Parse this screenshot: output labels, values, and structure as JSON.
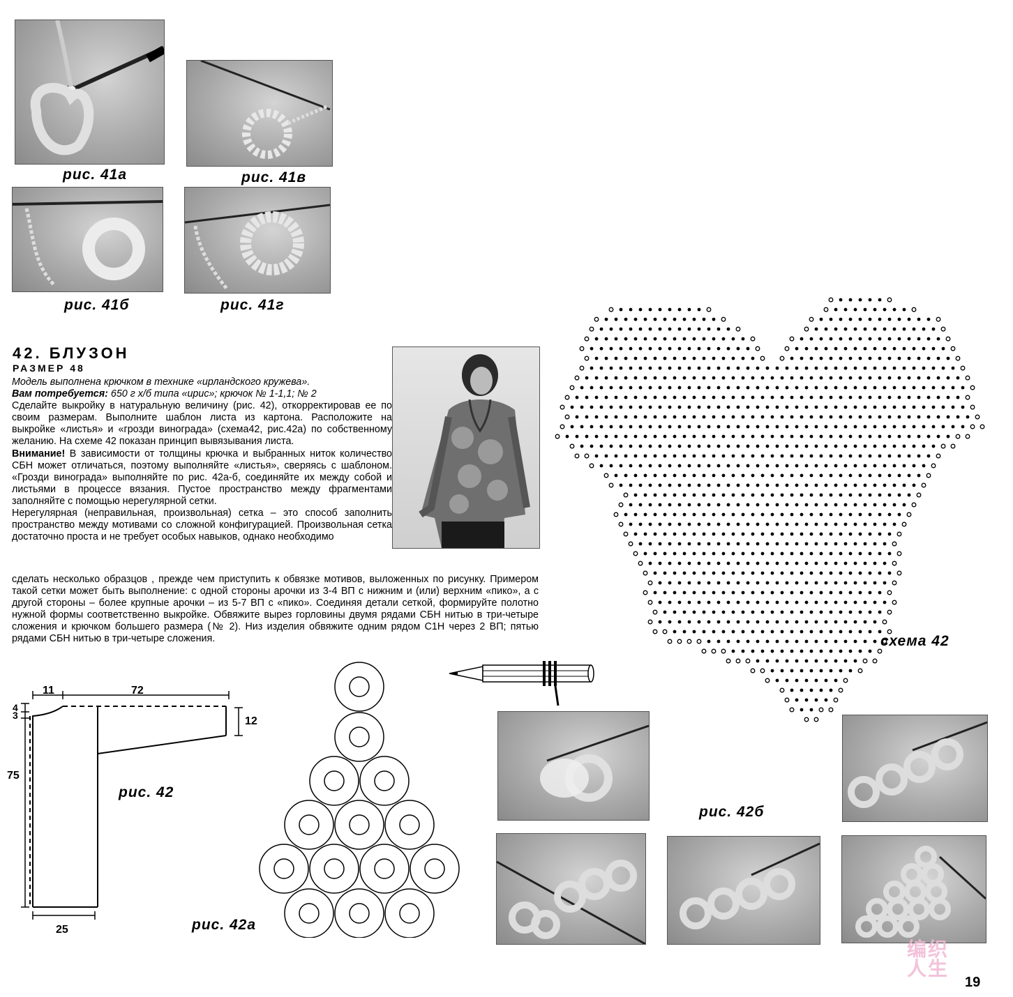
{
  "photos_41": [
    {
      "caption": "рис. 41а"
    },
    {
      "caption": "рис. 41в"
    },
    {
      "caption": "рис. 41б"
    },
    {
      "caption": "рис. 41г"
    }
  ],
  "article": {
    "heading": "42. БЛУЗОН",
    "size": "РАЗМЕР 48",
    "intro": "Модель выполнена крючком в технике «ирландского кружева».",
    "materials_label": "Вам потребуется:",
    "materials": " 650 г х/б типа «ирис»; крючок № 1-1,1; № 2",
    "para1": "Сделайте выкройку в натуральную величину (рис. 42), откорректировав ее по своим размерам. Выполните шаблон листа из картона. Расположите на выкройке «листья» и «грозди винограда» (схема42, рис.42а) по собственному желанию. На схеме 42 показан принцип вывязывания листа.",
    "attention_label": "Внимание!",
    "para2": " В зависимости от толщины крючка и выбранных ниток количество СБН может отличаться, поэтому выполняйте «листья», сверяясь с шаблоном. «Грозди винограда» выполняйте по рис. 42а-б, соединяйте их между собой и листьями в процессе вязания. Пустое пространство между фрагментами заполняйте с помощью нерегулярной сетки.",
    "para3a": "Нерегулярная (неправильная, произвольная) сетка – это способ заполнить пространство между мотивами со сложной конфигурацией. Произвольная сетка достаточно проста и не требует особых навыков, однако необходимо",
    "para3b": "сделать несколько образцов , прежде чем приступить к обвязке мотивов, выложенных по рисунку. Примером такой сетки может быть выполнение: с одной стороны арочки из 3-4 ВП с нижним и (или) верхним «пико», а с другой стороны – более крупные арочки – из 5-7 ВП с «пико». Соединяя детали сеткой, формируйте полотно нужной формы соответственно выкройке. Обвяжите вырез горловины двумя рядами СБН нитью в три-четыре сложения и крючком большего размера (№ 2). Низ изделия обвяжите одним рядом С1Н через 2 ВП; пятью рядами СБН нитью в три-четыре сложения."
  },
  "scheme_caption": "схема 42",
  "pattern": {
    "caption": "рис. 42",
    "dims": {
      "neck_w": "11",
      "sleeve_len": "72",
      "d4": "4",
      "d3": "3",
      "d12": "12",
      "d75": "75",
      "d25": "25"
    }
  },
  "motif_caption": "рис. 42а",
  "photos_42b_caption": "рис. 42б",
  "page_number": "19",
  "watermark": "编织人生"
}
